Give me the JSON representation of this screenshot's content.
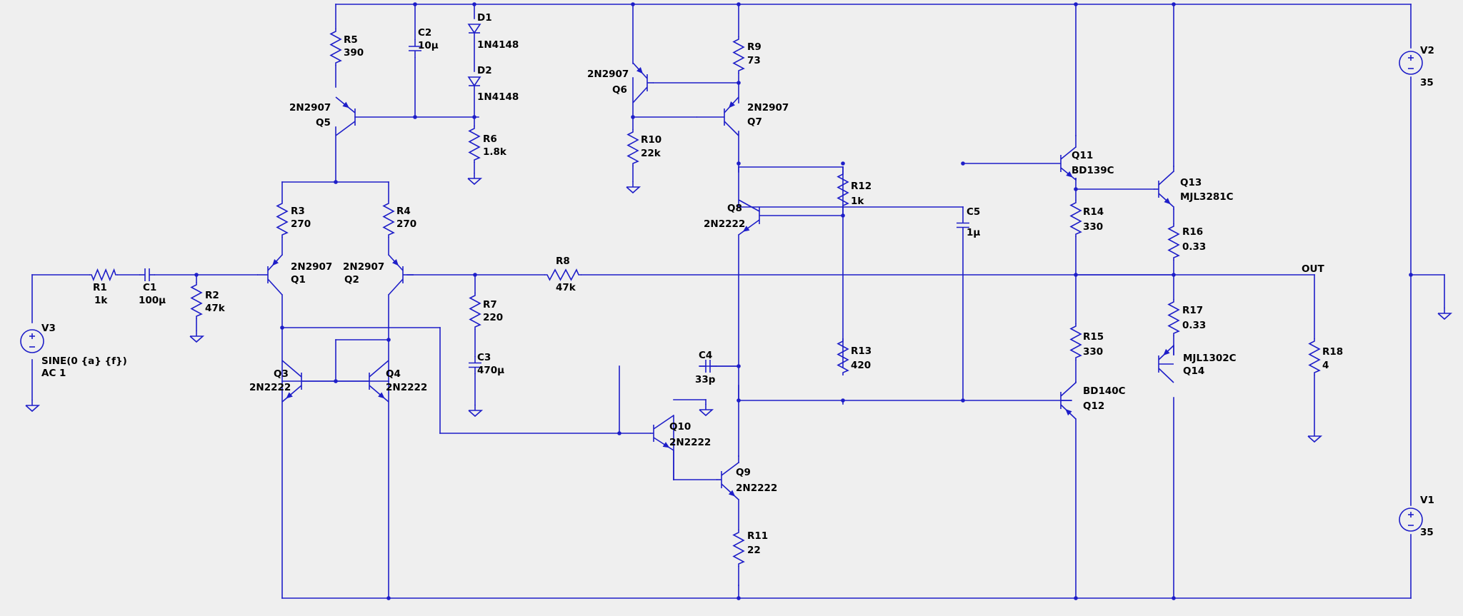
{
  "components": {
    "R1": [
      "R1",
      "1k"
    ],
    "C1": [
      "C1",
      "100µ"
    ],
    "R2": [
      "R2",
      "47k"
    ],
    "V3": [
      "V3",
      "SINE(0 {a} {f})",
      "AC 1"
    ],
    "Q1": [
      "2N2907",
      "Q1"
    ],
    "Q2": [
      "2N2907",
      "Q2"
    ],
    "R3": [
      "R3",
      "270"
    ],
    "R4": [
      "R4",
      "270"
    ],
    "Q3": [
      "Q3",
      "2N2222"
    ],
    "Q4": [
      "Q4",
      "2N2222"
    ],
    "R5": [
      "R5",
      "390"
    ],
    "C2": [
      "C2",
      "10µ"
    ],
    "D1": [
      "D1",
      "1N4148"
    ],
    "D2": [
      "D2",
      "1N4148"
    ],
    "R6": [
      "R6",
      "1.8k"
    ],
    "Q5": [
      "2N2907",
      "Q5"
    ],
    "R7": [
      "R7",
      "220"
    ],
    "C3": [
      "C3",
      "470µ"
    ],
    "R8": [
      "R8",
      "47k"
    ],
    "Q6": [
      "2N2907",
      "Q6"
    ],
    "Q7": [
      "2N2907",
      "Q7"
    ],
    "R9": [
      "R9",
      "73"
    ],
    "R10": [
      "R10",
      "22k"
    ],
    "Q8": [
      "Q8",
      "2N2222"
    ],
    "R12": [
      "R12",
      "1k"
    ],
    "R13": [
      "R13",
      "420"
    ],
    "C4": [
      "C4",
      "33p"
    ],
    "Q10": [
      "Q10",
      "2N2222"
    ],
    "Q9": [
      "Q9",
      "2N2222"
    ],
    "R11": [
      "R11",
      "22"
    ],
    "C5": [
      "C5",
      "1µ"
    ],
    "Q11": [
      "Q11",
      "BD139C"
    ],
    "Q12": [
      "BD140C",
      "Q12"
    ],
    "R14": [
      "R14",
      "330"
    ],
    "R15": [
      "R15",
      "330"
    ],
    "Q13": [
      "Q13",
      "MJL3281C"
    ],
    "Q14": [
      "MJL1302C",
      "Q14"
    ],
    "R16": [
      "R16",
      "0.33"
    ],
    "R17": [
      "R17",
      "0.33"
    ],
    "R18": [
      "R18",
      "4"
    ],
    "V1": [
      "V1",
      "35"
    ],
    "V2": [
      "V2",
      "35"
    ]
  },
  "net_labels": {
    "out": "OUT"
  },
  "colors": {
    "background": "#efefef",
    "wire": "#1e1ec8",
    "text": "#000000"
  }
}
